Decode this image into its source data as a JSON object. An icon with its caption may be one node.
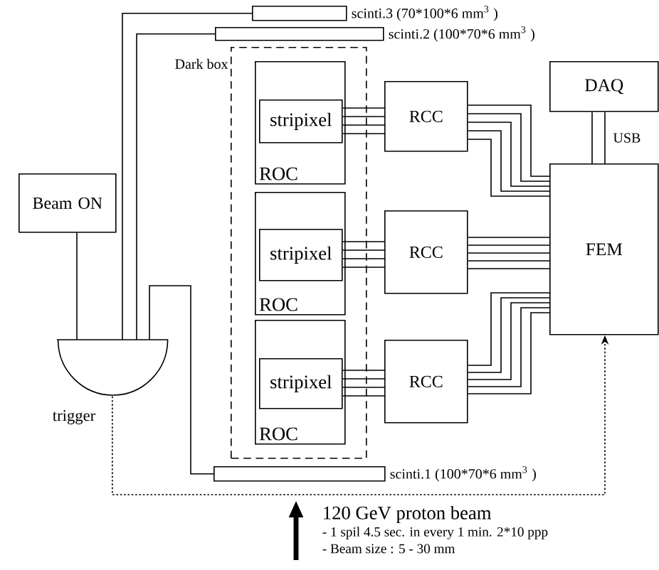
{
  "diagram": {
    "nodes": [
      {
        "text": [
          "Dark box"
        ]
      },
      {
        "text": [
          "ROC"
        ],
        "in": 0
      },
      {
        "text": [
          "stripixel"
        ],
        "in": 1
      },
      {
        "text": [
          "ROC"
        ],
        "in": 0
      },
      {
        "text": [
          "stripixel"
        ],
        "in": 3
      },
      {
        "text": [
          "ROC"
        ],
        "in": 0
      },
      {
        "text": [
          "stripixel"
        ],
        "in": 5
      },
      {
        "text": [
          "RCC"
        ]
      },
      {
        "text": [
          "RCC"
        ]
      },
      {
        "text": [
          "RCC"
        ]
      },
      {
        "text": [
          "DAQ"
        ]
      },
      {
        "text": [
          "FEM"
        ]
      },
      {
        "text": [
          "Beam ON"
        ]
      },
      {
        "text": [
          "trigger"
        ]
      },
      {
        "text": [
          "scinti.3 (70*100*6 mm$^{3}$ )"
        ]
      },
      {
        "text": [
          "scinti.2 (100*70*6 mm$^{3}$ )"
        ]
      },
      {
        "text": [
          "scinti.1 (100*70*6 mm$^{3}$ )"
        ]
      }
    ],
    "edges": [
      {
        "from": 12,
        "to": 13,
        "arrow": "none"
      },
      {
        "from": 14,
        "to": 13,
        "arrow": "none"
      },
      {
        "from": 15,
        "to": 13,
        "arrow": "none"
      },
      {
        "from": 16,
        "to": 13,
        "arrow": "none"
      },
      {
        "from": 2,
        "to": 7,
        "arrow": "none"
      },
      {
        "from": 4,
        "to": 8,
        "arrow": "none"
      },
      {
        "from": 6,
        "to": 9,
        "arrow": "none"
      },
      {
        "from": 7,
        "to": 11,
        "arrow": "none"
      },
      {
        "from": 8,
        "to": 11,
        "arrow": "none"
      },
      {
        "from": 9,
        "to": 11,
        "arrow": "none"
      },
      {
        "from": 10,
        "to": 11,
        "arrow": "none",
        "label": "USB"
      },
      {
        "from": 13,
        "to": 11,
        "arrow": "to",
        "style": "dashed"
      }
    ],
    "labels": [
      "120 GeV proton beam",
      "- 1 spil 4.5 sec. in every 1 min. 2*10 ppp",
      "- Beam size : 5 - 30 mm"
    ]
  }
}
